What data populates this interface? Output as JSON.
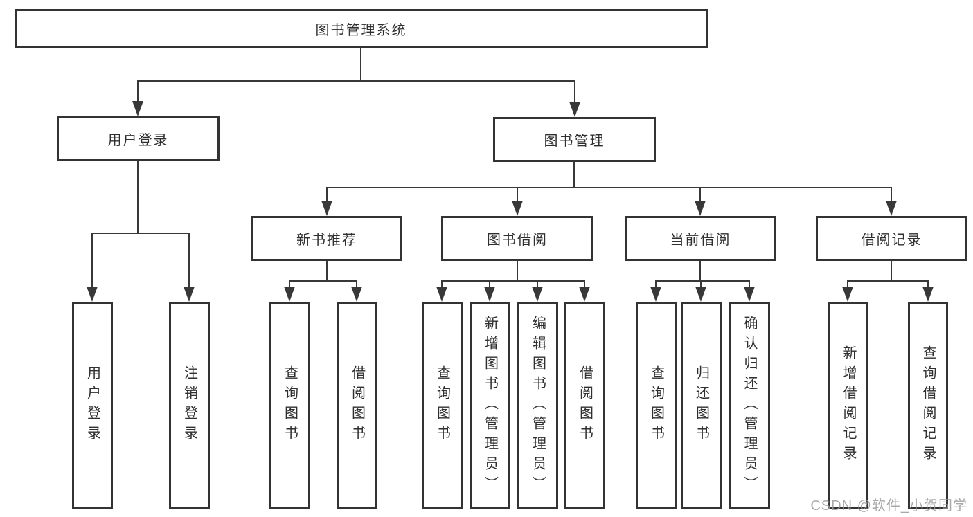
{
  "colors": {
    "line": "#383838",
    "box_border": "#333333",
    "text": "#2f2f2f",
    "background": "#ffffff",
    "watermark": "#9b9b9b"
  },
  "tree": {
    "label": "图书管理系统",
    "children": [
      {
        "label": "用户登录",
        "children": [
          {
            "label": "用户登录"
          },
          {
            "label": "注销登录"
          }
        ]
      },
      {
        "label": "图书管理",
        "children": [
          {
            "label": "新书推荐",
            "children": [
              {
                "label": "查询图书"
              },
              {
                "label": "借阅图书"
              }
            ]
          },
          {
            "label": "图书借阅",
            "children": [
              {
                "label": "查询图书"
              },
              {
                "label": "新增图书（管理员）"
              },
              {
                "label": "编辑图书（管理员）"
              },
              {
                "label": "借阅图书"
              }
            ]
          },
          {
            "label": "当前借阅",
            "children": [
              {
                "label": "查询图书"
              },
              {
                "label": "归还图书"
              },
              {
                "label": "确认归还（管理员）"
              }
            ]
          },
          {
            "label": "借阅记录",
            "children": [
              {
                "label": "新增借阅记录"
              },
              {
                "label": "查询借阅记录"
              }
            ]
          }
        ]
      }
    ]
  },
  "watermark": {
    "text": "CSDN @软件_小贺同学"
  }
}
